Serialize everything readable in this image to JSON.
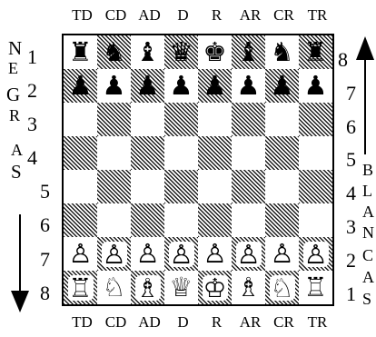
{
  "files": [
    "TD",
    "CD",
    "AD",
    "D",
    "R",
    "AR",
    "CR",
    "TR"
  ],
  "board": {
    "left_ranks": [
      "1",
      "2",
      "3",
      "4",
      "5",
      "6",
      "7",
      "8"
    ],
    "right_ranks": [
      "8",
      "7",
      "6",
      "5",
      "4",
      "3",
      "2",
      "1"
    ],
    "rows": [
      [
        "♜",
        "♞",
        "♝",
        "♛",
        "♚",
        "♝",
        "♞",
        "♜"
      ],
      [
        "♟",
        "♟",
        "♟",
        "♟",
        "♟",
        "♟",
        "♟",
        "♟"
      ],
      [
        "",
        "",
        "",
        "",
        "",
        "",
        "",
        ""
      ],
      [
        "",
        "",
        "",
        "",
        "",
        "",
        "",
        ""
      ],
      [
        "",
        "",
        "",
        "",
        "",
        "",
        "",
        ""
      ],
      [
        "",
        "",
        "",
        "",
        "",
        "",
        "",
        ""
      ],
      [
        "♙",
        "♙",
        "♙",
        "♙",
        "♙",
        "♙",
        "♙",
        "♙"
      ],
      [
        "♖",
        "♘",
        "♗",
        "♕",
        "♔",
        "♗",
        "♘",
        "♖"
      ]
    ]
  },
  "left_side_label": [
    "N",
    "E",
    "G",
    "R",
    "A",
    "S"
  ],
  "right_side_label": [
    "B",
    "L",
    "A",
    "N",
    "C",
    "A",
    "S"
  ]
}
